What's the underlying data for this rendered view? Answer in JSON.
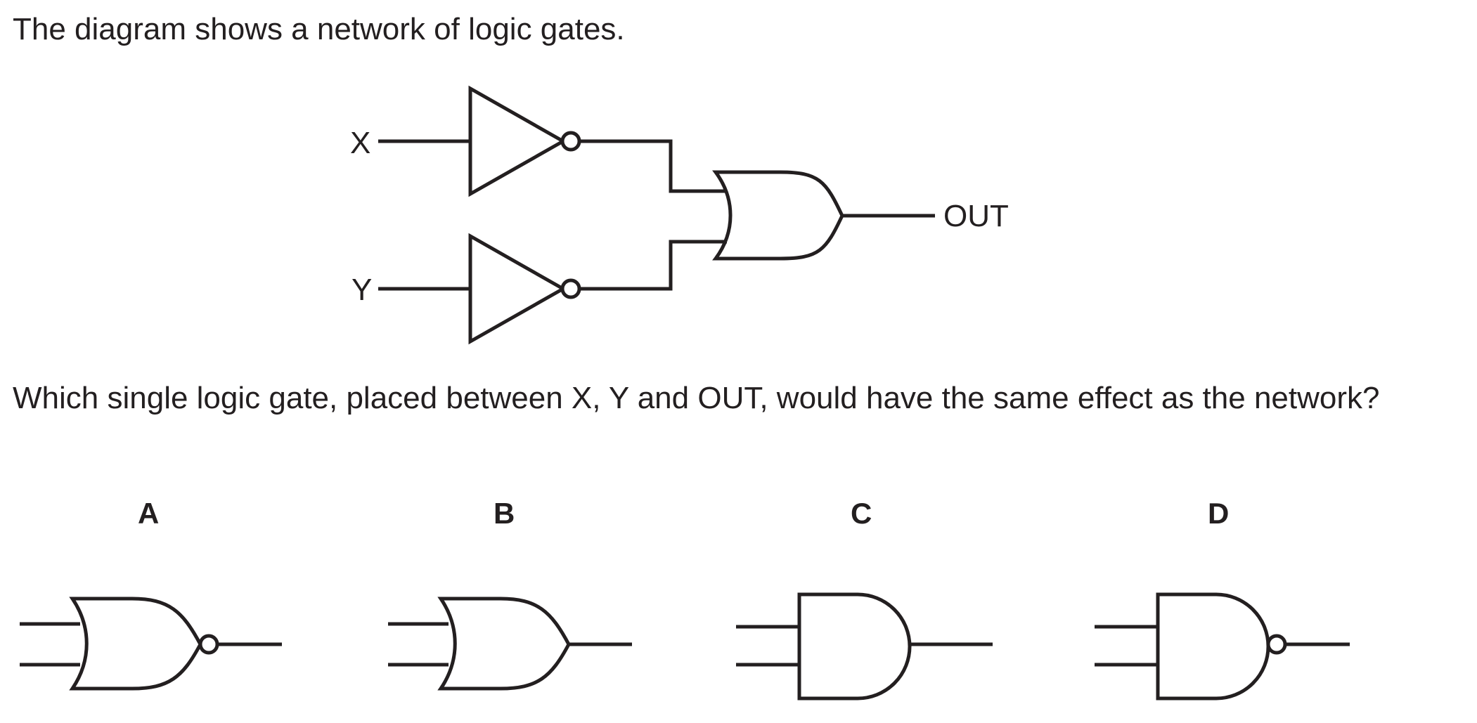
{
  "question": {
    "intro": "The diagram shows a network of logic gates.",
    "prompt": "Which single logic gate, placed between X, Y and OUT, would have the same effect as the network?"
  },
  "network": {
    "input_x": "X",
    "input_y": "Y",
    "output": "OUT"
  },
  "options": [
    {
      "letter": "A",
      "gate": "nor-gate-icon"
    },
    {
      "letter": "B",
      "gate": "or-gate-icon"
    },
    {
      "letter": "C",
      "gate": "and-gate-icon"
    },
    {
      "letter": "D",
      "gate": "nand-gate-icon"
    }
  ]
}
